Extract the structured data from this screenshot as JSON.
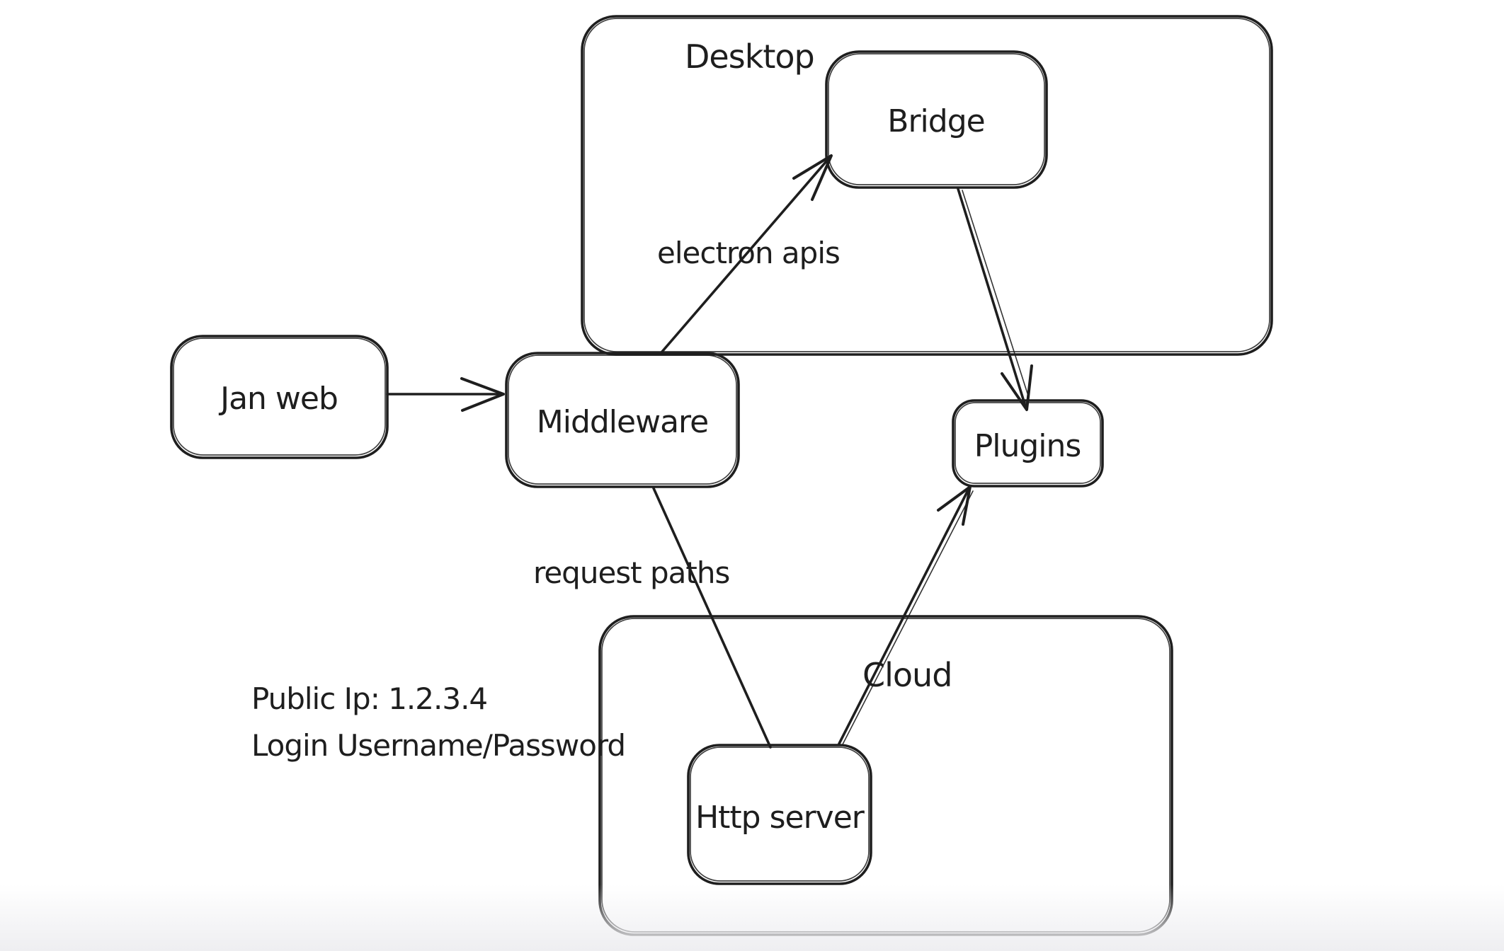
{
  "canvas": {
    "background_color": "#ffffff",
    "ink_color": "#1e1e1e",
    "bottom_fade_color": "#eeeef1"
  },
  "diagram": {
    "containers": [
      {
        "id": "desktop",
        "label": "Desktop"
      },
      {
        "id": "cloud",
        "label": "Cloud"
      }
    ],
    "nodes": [
      {
        "id": "jan-web",
        "label": "Jan web"
      },
      {
        "id": "middleware",
        "label": "Middleware"
      },
      {
        "id": "bridge",
        "label": "Bridge",
        "inside": "desktop"
      },
      {
        "id": "plugins",
        "label": "Plugins"
      },
      {
        "id": "http-server",
        "label": "Http server",
        "inside": "cloud"
      }
    ],
    "edges": [
      {
        "id": "janweb-to-middleware",
        "from": "jan-web",
        "to": "middleware",
        "label": "",
        "arrowhead": true
      },
      {
        "id": "middleware-to-bridge",
        "from": "middleware",
        "to": "bridge",
        "label": "electron apis",
        "arrowhead": true
      },
      {
        "id": "bridge-to-plugins",
        "from": "bridge",
        "to": "plugins",
        "label": "",
        "arrowhead": true
      },
      {
        "id": "middleware-to-httpserver",
        "from": "middleware",
        "to": "http-server",
        "label": "request paths",
        "arrowhead": false
      },
      {
        "id": "httpserver-to-plugins",
        "from": "http-server",
        "to": "plugins",
        "label": "",
        "arrowhead": true
      }
    ],
    "annotations": [
      {
        "text": "Public Ip: 1.2.3.4"
      },
      {
        "text": "Login Username/Password"
      }
    ]
  }
}
